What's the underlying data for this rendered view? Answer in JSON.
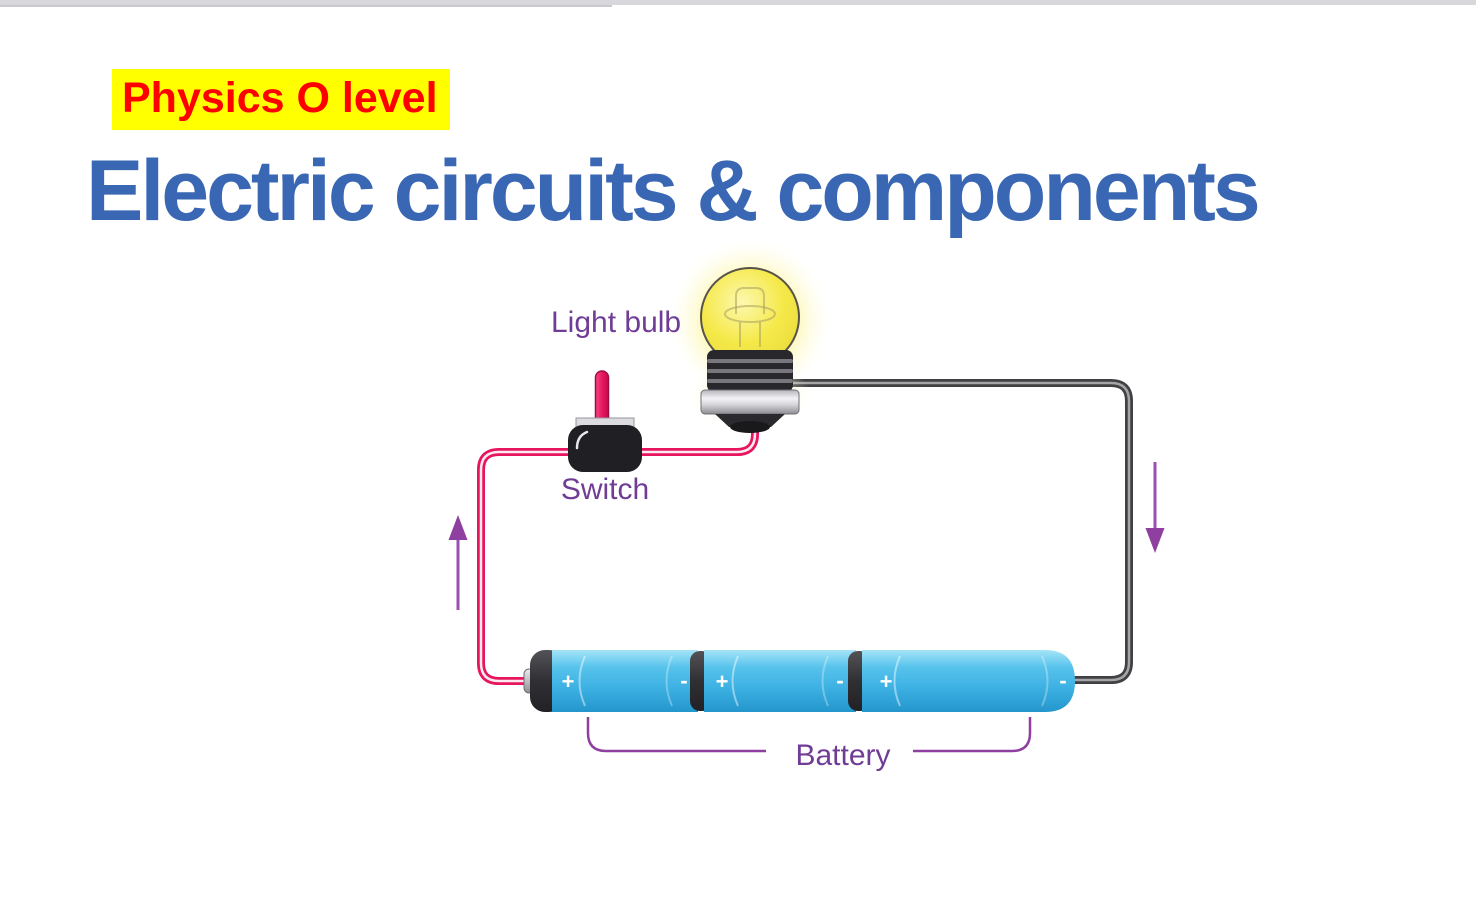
{
  "slide": {
    "background": "#ffffff",
    "top_bar_color": "#d8d8dc"
  },
  "badge": {
    "label": "Physics O level",
    "text_color": "#fe0000",
    "highlight_color": "#ffff00"
  },
  "title": {
    "text": "Electric circuits & components",
    "color": "#3a67b3"
  },
  "diagram": {
    "light_bulb_label": "Light bulb",
    "switch_label": "Switch",
    "battery_label": "Battery",
    "battery": {
      "cells": [
        {
          "pos": "+",
          "neg": "-"
        },
        {
          "pos": "+",
          "neg": "-"
        },
        {
          "pos": "+",
          "neg": "-"
        }
      ]
    },
    "colors": {
      "wire_live": "#e6155e",
      "wire_return": "#414144",
      "current_arrow": "#9b4fb0",
      "label_purple": "#6f3d95",
      "battery_blue": "#41b4e6",
      "bulb_glow_yellow": "#f7ef6a"
    }
  }
}
